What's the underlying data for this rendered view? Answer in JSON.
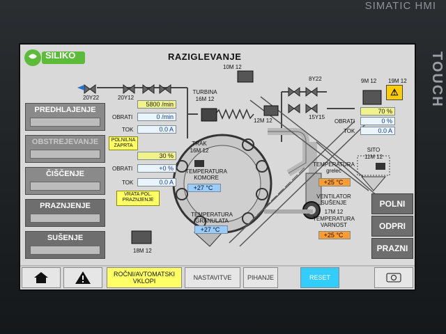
{
  "bezel": {
    "brand": "SIMATIC HMI",
    "touch": "TOUCH"
  },
  "header": {
    "title": "RAZIGLEVANJE",
    "logo_text": "SILIKO"
  },
  "modes": [
    {
      "label": "PREDHLAJENJE"
    },
    {
      "label": "OBSTREJEVANJE"
    },
    {
      "label": "ČIŠČENJE"
    },
    {
      "label": "PRAZNJENJE"
    },
    {
      "label": "SUŠENJE"
    }
  ],
  "left_panel": {
    "rpm_value": "5800 /min",
    "obrati_label": "OBRATI",
    "obrati_value": "0 /min",
    "tok_label": "TOK",
    "tok_value": "0.0 A",
    "polnilna_note": "POLNILNA ZAPRTA",
    "percent_value": "30 %",
    "obrati2_label": "OBRATI",
    "obrati2_value": "+0 %",
    "tok2_label": "TOK",
    "tok2_value": "0.0 A",
    "vrata_note": "VRATA POL. PRAZNJENJE"
  },
  "valves": {
    "v1": "20Y22",
    "v2": "20Y12",
    "v3": "8Y22",
    "v4": "15Y15"
  },
  "turbina": {
    "label": "TURBINA",
    "tag": "16M 12"
  },
  "motor_10m": {
    "tag": "10M 12"
  },
  "motor_12m": {
    "tag": "12M 12"
  },
  "motor_18m": {
    "tag": "18M 12"
  },
  "trak": {
    "label": "TRAK",
    "tag": "16M 12"
  },
  "temp_komore": {
    "label": "TEMPERATURA KOMORE",
    "value": "+27 °C"
  },
  "temp_granulata": {
    "label": "TEMPERATURA GRANULATA",
    "value": "+27 °C"
  },
  "right_panel": {
    "motor_9m": "9M 12",
    "motor_19m": "19M 12",
    "pct_value": "70 %",
    "pct2_value": "0 %",
    "obrati_label": "OBRATI",
    "tok_label": "TOK",
    "tok_value": "0.0 A",
    "sito_label": "SITO",
    "sito_tag": "11M 12",
    "temp_grelec_label": "TEMPERATURA grelec",
    "temp_grelec_value": "+25 °C",
    "ventilator_label": "VENTILATOR SUŠENJE",
    "ventilator_tag": "17M 12",
    "temp_varnost_label": "TEMPERATURA VARNOST",
    "temp_varnost_value": "+25 °C"
  },
  "right_buttons": {
    "polni": "POLNI",
    "odpri": "ODPRI",
    "prazni": "PRAZNI"
  },
  "bottom_bar": {
    "rocni": "ROČNI/AVTOMATSKI VKLOPI",
    "nastavitve": "NASTAVITVE",
    "pihanje": "PIHANJE",
    "reset": "RESET"
  },
  "colors": {
    "screen_bg": "#d9d9d9",
    "value_blue": "#99ccff",
    "warn_orange": "#ff9e2e",
    "note_yellow": "#ffff66",
    "reset_cyan": "#33ccff"
  }
}
